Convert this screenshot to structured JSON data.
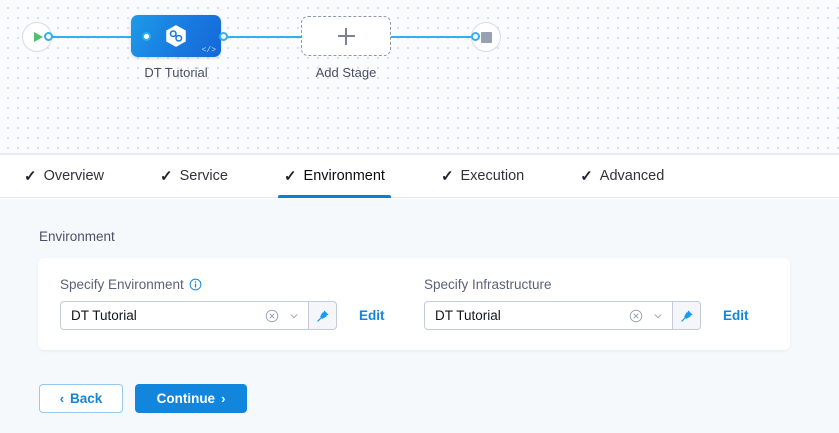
{
  "pipeline": {
    "start_node": {
      "icon": "play-icon",
      "name": "start-node"
    },
    "end_node": {
      "icon": "stop-icon",
      "name": "end-node"
    },
    "stage": {
      "label": "DT Tutorial",
      "icon": "hexagon-link-icon",
      "badge": "</>"
    },
    "add_stage": {
      "label": "Add Stage",
      "icon": "plus-icon"
    }
  },
  "tabs": [
    {
      "label": "Overview",
      "check": "✓",
      "active": false
    },
    {
      "label": "Service",
      "check": "✓",
      "active": false
    },
    {
      "label": "Environment",
      "check": "✓",
      "active": true
    },
    {
      "label": "Execution",
      "check": "✓",
      "active": false
    },
    {
      "label": "Advanced",
      "check": "✓",
      "active": false
    }
  ],
  "section": {
    "title": "Environment"
  },
  "fields": {
    "environment": {
      "label": "Specify Environment",
      "has_info_icon": true,
      "value": "DT Tutorial",
      "clear_icon": "circle-x-icon",
      "chevron_icon": "chevron-down-icon",
      "pin_icon": "pin-icon",
      "edit_label": "Edit"
    },
    "infrastructure": {
      "label": "Specify Infrastructure",
      "has_info_icon": false,
      "value": "DT Tutorial",
      "clear_icon": "circle-x-icon",
      "chevron_icon": "chevron-down-icon",
      "pin_icon": "pin-icon",
      "edit_label": "Edit"
    }
  },
  "footer": {
    "back_label": "Back",
    "back_caret": "‹",
    "continue_label": "Continue",
    "continue_caret": "›"
  },
  "colors": {
    "accent": "#1286dd",
    "active_tab_underline": "#0b7fd4",
    "edge": "#2cb1f5",
    "stage_node": "#1878e0",
    "play": "#4dc16e",
    "stop": "#9aa0b3",
    "panel_bg": "#f6f9fc",
    "canvas_bg": "#f9fbfd"
  }
}
